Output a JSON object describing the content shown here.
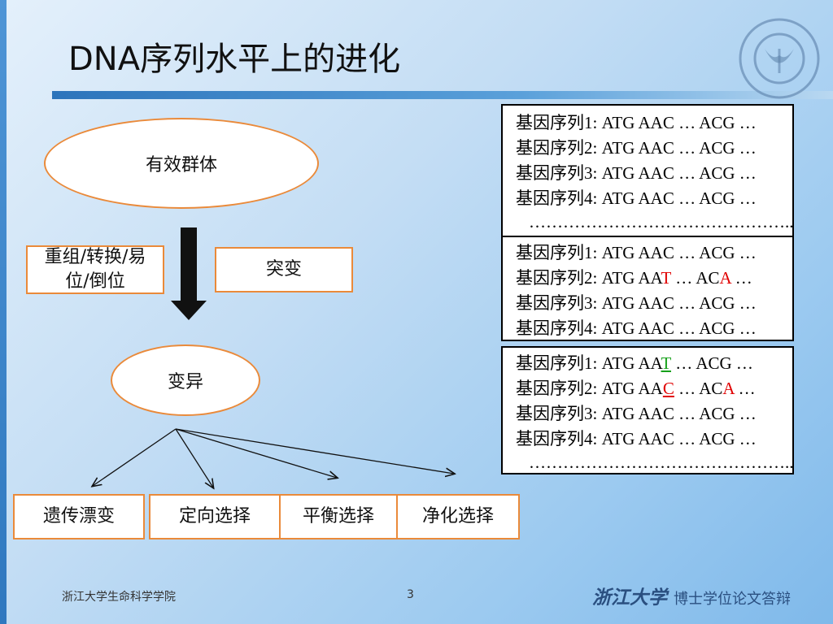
{
  "title": "DNA序列水平上的进化",
  "nodes": {
    "effective_population": "有效群体",
    "recombination": "重组/转换/易位/倒位",
    "mutation": "突变",
    "variation": "变异"
  },
  "outcomes": [
    "遗传漂变",
    "定向选择",
    "平衡选择",
    "净化选择"
  ],
  "seq_block1": {
    "lines": [
      {
        "label": "基因序列1:",
        "seq": " ATG AAC … ACG …"
      },
      {
        "label": "基因序列2:",
        "seq": " ATG AAC … ACG …"
      },
      {
        "label": "基因序列3:",
        "seq": " ATG AAC … ACG …"
      },
      {
        "label": "基因序列4:",
        "seq": " ATG AAC … ACG …"
      }
    ],
    "ellipsis": "……………………………………….."
  },
  "seq_block2": {
    "lines": [
      {
        "label": "基因序列1:",
        "pre": " ATG AAC … ACG …"
      },
      {
        "label": "基因序列2:",
        "pre": " ATG AA",
        "m1": "T",
        "mid": " … AC",
        "m2": "A",
        "post": " …"
      },
      {
        "label": "基因序列3:",
        "pre": " ATG AAC … ACG …"
      },
      {
        "label": "基因序列4:",
        "pre": " ATG AAC … ACG …"
      }
    ]
  },
  "seq_block3": {
    "lines": [
      {
        "label": "基因序列1:",
        "pre": " ATG AA",
        "m1": "T",
        "post": " … ACG …"
      },
      {
        "label": "基因序列2:",
        "pre": " ATG AA",
        "m1": "C",
        "mid": " … AC",
        "m2": "A",
        "post": " …"
      },
      {
        "label": "基因序列3:",
        "pre": " ATG AAC … ACG …"
      },
      {
        "label": "基因序列4:",
        "pre": " ATG AAC … ACG …"
      }
    ],
    "ellipsis": "……………………………………….."
  },
  "footer": {
    "institution": "浙江大学生命科学学院",
    "page_number": "3",
    "university_calligraphy": "浙江大学",
    "defense_label": "博士学位论文答辩"
  },
  "colors": {
    "accent_border": "#ea8a3a",
    "mutation_red": "#e00000",
    "mutation_green": "#16a01a",
    "title_bar": "#2c74bb"
  }
}
